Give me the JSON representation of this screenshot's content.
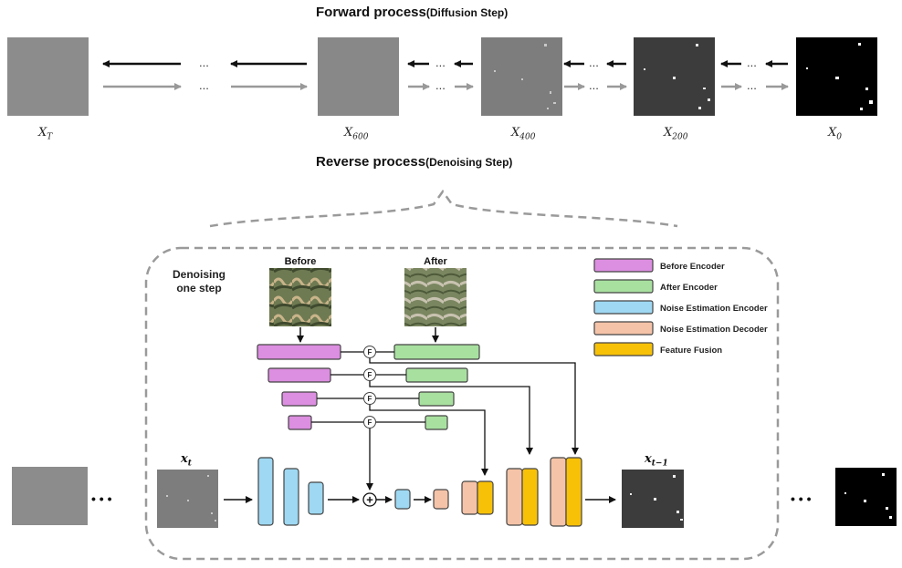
{
  "forward": {
    "title_main": "Forward process",
    "title_paren": "(Diffusion Step)",
    "labels": [
      "X_T",
      "X_600",
      "X_400",
      "X_200",
      "X_0"
    ],
    "ellipsis": "..."
  },
  "reverse": {
    "title_main": "Reverse process",
    "title_paren": "(Denoising Step)"
  },
  "denoise": {
    "caption_line1": "Denoising",
    "caption_line2": "one step",
    "before_label": "Before",
    "after_label": "After",
    "fusion_symbol": "F",
    "add_symbol": "+",
    "x_t_label": "x_t",
    "x_t1_label": "x_t−1",
    "ellipsis": "• • •"
  },
  "legend": [
    {
      "label": "Before Encoder",
      "color": "#dc8ee0"
    },
    {
      "label": "After Encoder",
      "color": "#a8e0a0"
    },
    {
      "label": "Noise Estimation Encoder",
      "color": "#9ed8f2"
    },
    {
      "label": "Noise Estimation Decoder",
      "color": "#f5c3a8"
    },
    {
      "label": "Feature Fusion",
      "color": "#f7c108"
    }
  ]
}
